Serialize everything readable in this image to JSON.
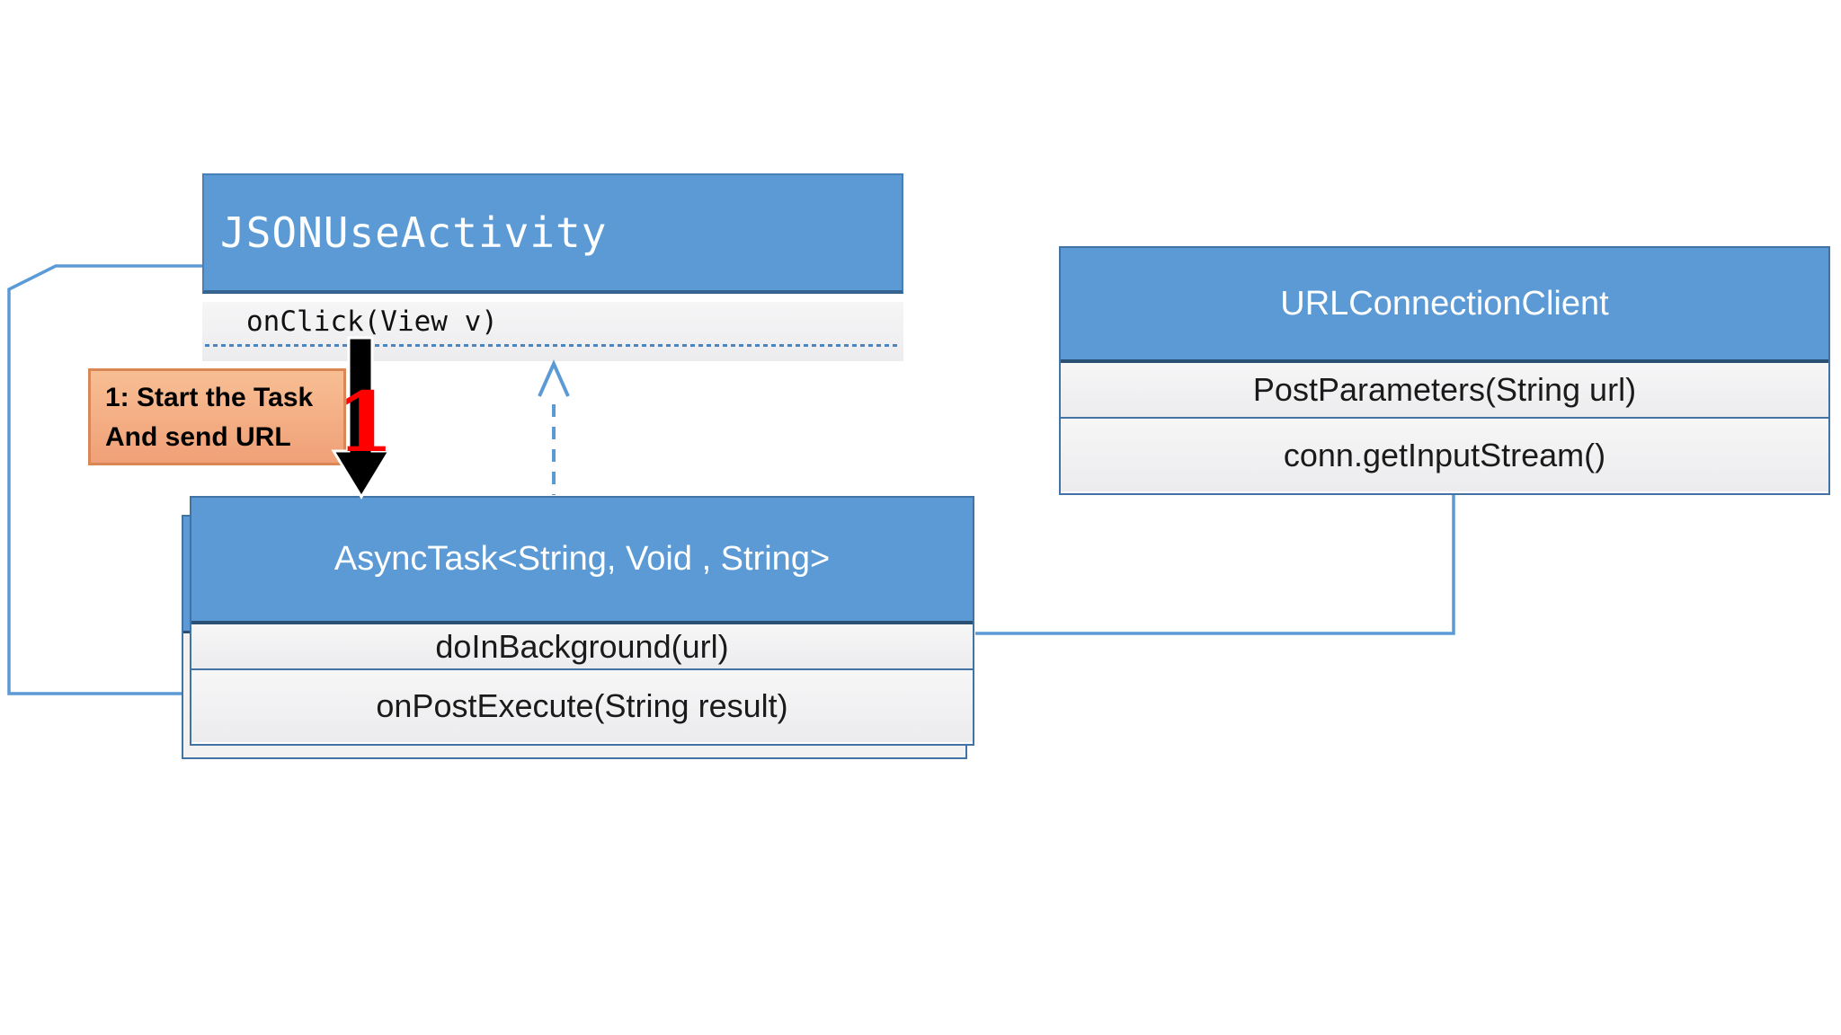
{
  "colors": {
    "header_blue": "#5B9AD5",
    "box_border": "#4173A4",
    "header_bottom_border": "#2A5175",
    "row_fill": "#F2F2F2",
    "connector_blue": "#5B9AD5",
    "dotted_line_blue": "#4C86C0",
    "note_fill_top": "#F8BE93",
    "note_fill_bottom": "#F0A077",
    "note_border": "#D98757",
    "arrow_black": "#000000",
    "step_red": "#FF0000",
    "title_text": "#FFFFFF",
    "method_text": "#1A1A1A"
  },
  "classes": {
    "json_use_activity": {
      "title": "JSONUseActivity",
      "methods": [
        "onClick(View v)"
      ]
    },
    "async_task": {
      "title": "AsyncTask<String, Void , String>",
      "methods": [
        "doInBackground(url)",
        "onPostExecute(String result)"
      ]
    },
    "url_connection_client": {
      "title": "URLConnectionClient",
      "methods": [
        "PostParameters(String url)",
        "conn.getInputStream()"
      ]
    }
  },
  "annotation": {
    "line1": "1: Start the Task",
    "line2": "And send URL",
    "step_number": "1"
  }
}
